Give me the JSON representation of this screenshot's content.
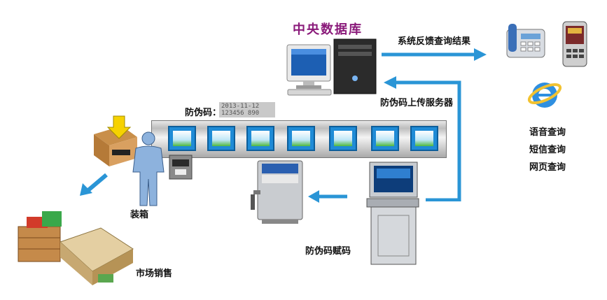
{
  "title": "中央数据库",
  "labels": {
    "feedback": "系统反馈查询结果",
    "upload": "防伪码上传服务器",
    "code_prefix": "防伪码：",
    "packing": "装箱",
    "assign": "防伪码赋码",
    "market": "市场销售"
  },
  "code_sample": {
    "line1": "2013-11-12",
    "line2": "123456 890"
  },
  "query_methods": [
    "语音查询",
    "短信查询",
    "网页查询"
  ],
  "colors": {
    "title": "#8a1a7a",
    "arrow": "#2a95d6"
  },
  "icons": [
    "desktop-computer-icon",
    "telephone-icon",
    "mobile-phone-icon",
    "internet-explorer-icon",
    "worker-icon",
    "box-icon",
    "label-printer-icon",
    "inkjet-printer-icon",
    "industrial-terminal-icon",
    "warehouse-icon"
  ]
}
